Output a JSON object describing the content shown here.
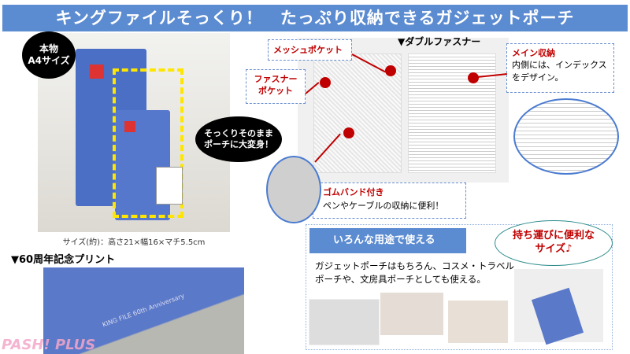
{
  "title": "キングファイルそっくり！　たっぷり収納できるガジェットポーチ",
  "left": {
    "badge_real": [
      "本物",
      "A4サイズ"
    ],
    "badge_transform": [
      "そっくりそのまま",
      "ポーチに大変身！"
    ],
    "size_caption": "サイズ(約)：高さ21×幅16×マチ5.5cm",
    "print_heading": "▼60周年記念プリント",
    "print_text": "KING FILE 60th Anniversary"
  },
  "middle": {
    "zipper_heading": "▼ダブルファスナー",
    "mesh_pocket": "メッシュポケット",
    "zipper_pocket": [
      "ファスナー",
      "ポケット"
    ],
    "rubber_band_title": "ゴムバンド付き",
    "rubber_band_text": "ペンやケーブルの収納に便利！",
    "main_storage_title": "メイン収納",
    "main_storage_text": "内側には、インデックスをデザイン。"
  },
  "uses": {
    "header": "いろんな用途で使える",
    "text": "ガジェットポーチはもちろん、コスメ・トラベルポーチや、文房具ポーチとしても使える。",
    "bubble": [
      "持ち運びに便利な",
      "サイズ♪"
    ]
  },
  "watermark": "PASH! PLUS",
  "colors": {
    "title_bg": "#5b8bd0",
    "accent_red": "#c00000",
    "file_blue": "#4a6fc4"
  }
}
